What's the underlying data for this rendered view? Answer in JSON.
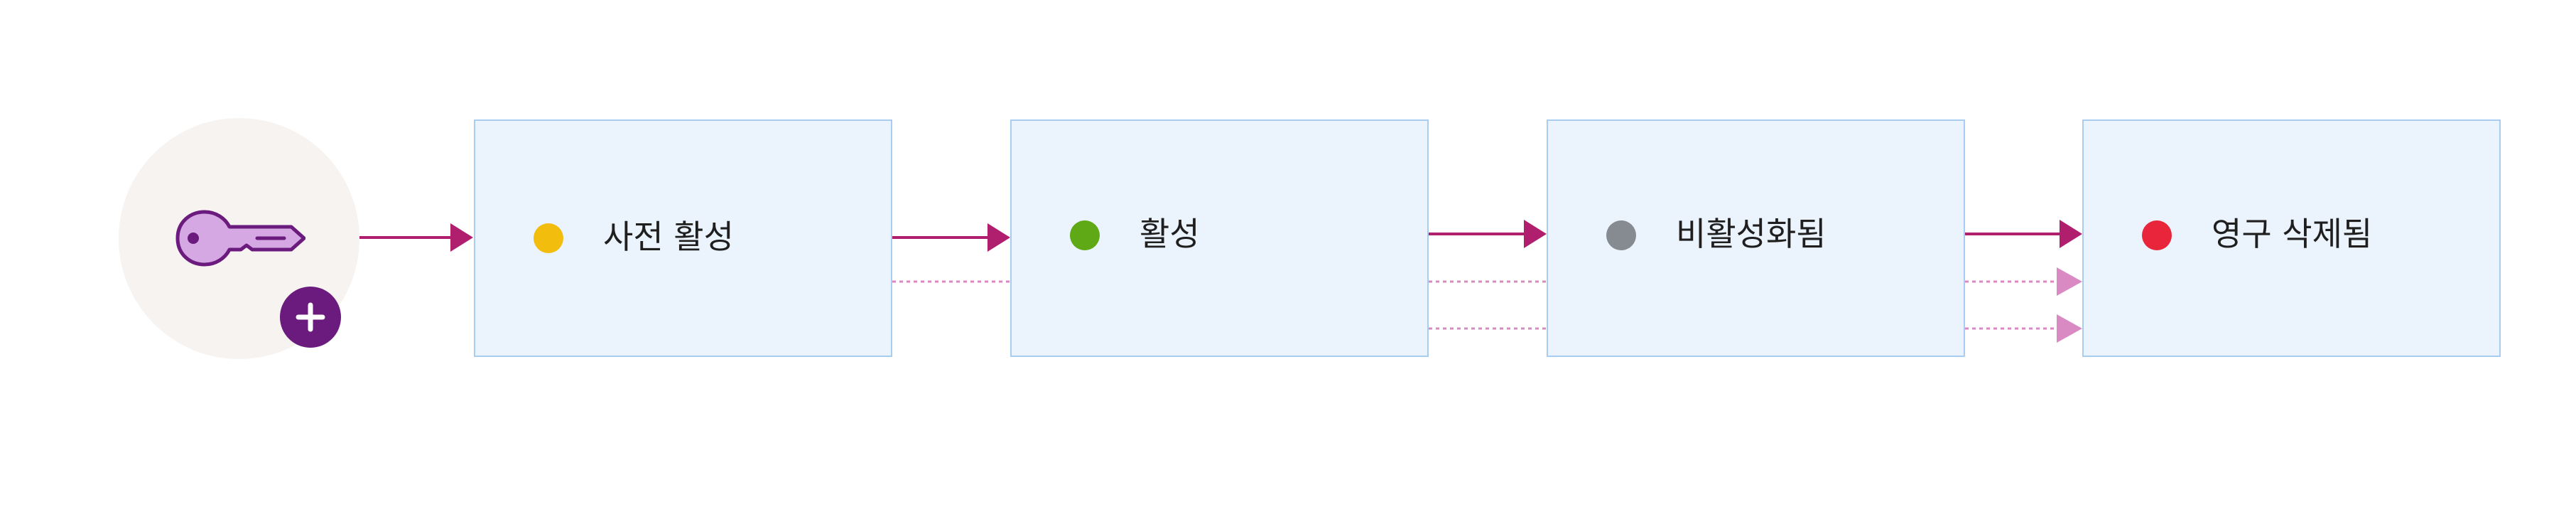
{
  "diagram": {
    "create_icon": "key-with-plus-icon",
    "states": [
      {
        "id": "pre",
        "label": "사전 활성",
        "dot_color": "#f2bd0d"
      },
      {
        "id": "active",
        "label": "활성",
        "dot_color": "#5fa816"
      },
      {
        "id": "deactivated",
        "label": "비활성화됨",
        "dot_color": "#868b91"
      },
      {
        "id": "destroyed",
        "label": "영구 삭제됨",
        "dot_color": "#e8253b"
      }
    ],
    "colors": {
      "arrow_primary": "#b01f6e",
      "arrow_secondary": "#d98ac2",
      "box_fill": "#ebf3fc",
      "box_border": "#a9cdf0",
      "key_fill": "#d6a8e3",
      "key_stroke": "#6b1a7e",
      "badge_fill": "#6b1a7e"
    }
  }
}
